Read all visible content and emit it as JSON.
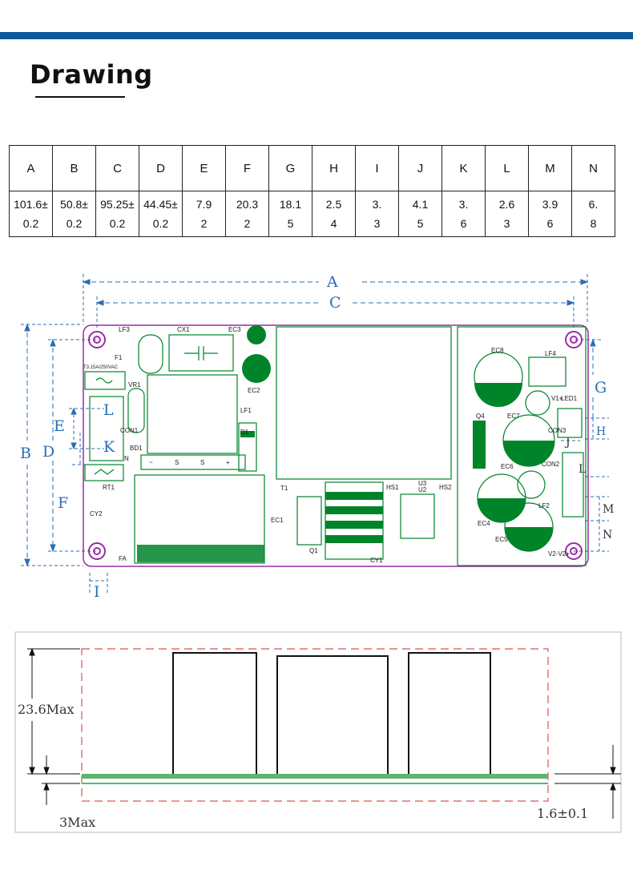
{
  "title": "Drawing",
  "dimension_table": {
    "headers": [
      "A",
      "B",
      "C",
      "D",
      "E",
      "F",
      "G",
      "H",
      "I",
      "J",
      "K",
      "L",
      "M",
      "N"
    ],
    "values": [
      [
        "101.6±",
        "0.2"
      ],
      [
        "50.8±",
        "0.2"
      ],
      [
        "95.25±",
        "0.2"
      ],
      [
        "44.45±",
        "0.2"
      ],
      [
        "7.9",
        "2"
      ],
      [
        "20.3",
        "2"
      ],
      [
        "18.1",
        "5"
      ],
      [
        "2.5",
        "4"
      ],
      [
        "3.",
        "3"
      ],
      [
        "4.1",
        "5"
      ],
      [
        "3.",
        "6"
      ],
      [
        "2.6",
        "3"
      ],
      [
        "3.9",
        "6"
      ],
      [
        "6.",
        "8"
      ]
    ]
  },
  "board_diagram": {
    "dimension_letters": {
      "A": "A",
      "C": "C",
      "B": "B",
      "D": "D",
      "E": "E",
      "F": "F",
      "G": "G",
      "H": "H",
      "I": "I",
      "J": "J",
      "K": "K",
      "L_left": "L",
      "L_right": "L",
      "M": "M",
      "N": "N"
    },
    "components": {
      "lf3": "LF3",
      "cx1": "CX1",
      "ec3": "EC3",
      "f1": "F1",
      "fuse_rating": "T3.15A/250VAC",
      "vr1": "VR1",
      "ec2": "EC2",
      "lf1": "LF1",
      "d1": "D1",
      "conn1": "CON1",
      "bd1": "BD1",
      "n_mark": "N",
      "rt1": "RT1",
      "cy2": "CY2",
      "fa": "FA",
      "t1": "T1",
      "ec1": "EC1",
      "hs1": "HS1",
      "u3": "U3",
      "u2": "U2",
      "hs2": "HS2",
      "q1": "Q1",
      "cy1": "CY1",
      "ec8": "EC8",
      "lf4": "LF4",
      "led1": "LED1",
      "v1": "V1+",
      "ec7": "EC7",
      "q4": "Q4",
      "con3": "CON3",
      "ec6": "EC6",
      "con2": "CON2",
      "ec4": "EC4",
      "lf2": "LF2",
      "ec5": "EC5",
      "v2": "V2-V2+",
      "bd_pins": [
        "~",
        "S",
        "S",
        "+"
      ]
    }
  },
  "side_view": {
    "height_label": "23.6Max",
    "bottom_label": "3Max",
    "thickness_label": "1.6±0.1"
  },
  "colors": {
    "header_bar": "#0b5a9b",
    "dimension": "#2a6fb3",
    "board_outline": "#9b2ca6",
    "component": "#00842a",
    "keepout": "#e05050"
  }
}
